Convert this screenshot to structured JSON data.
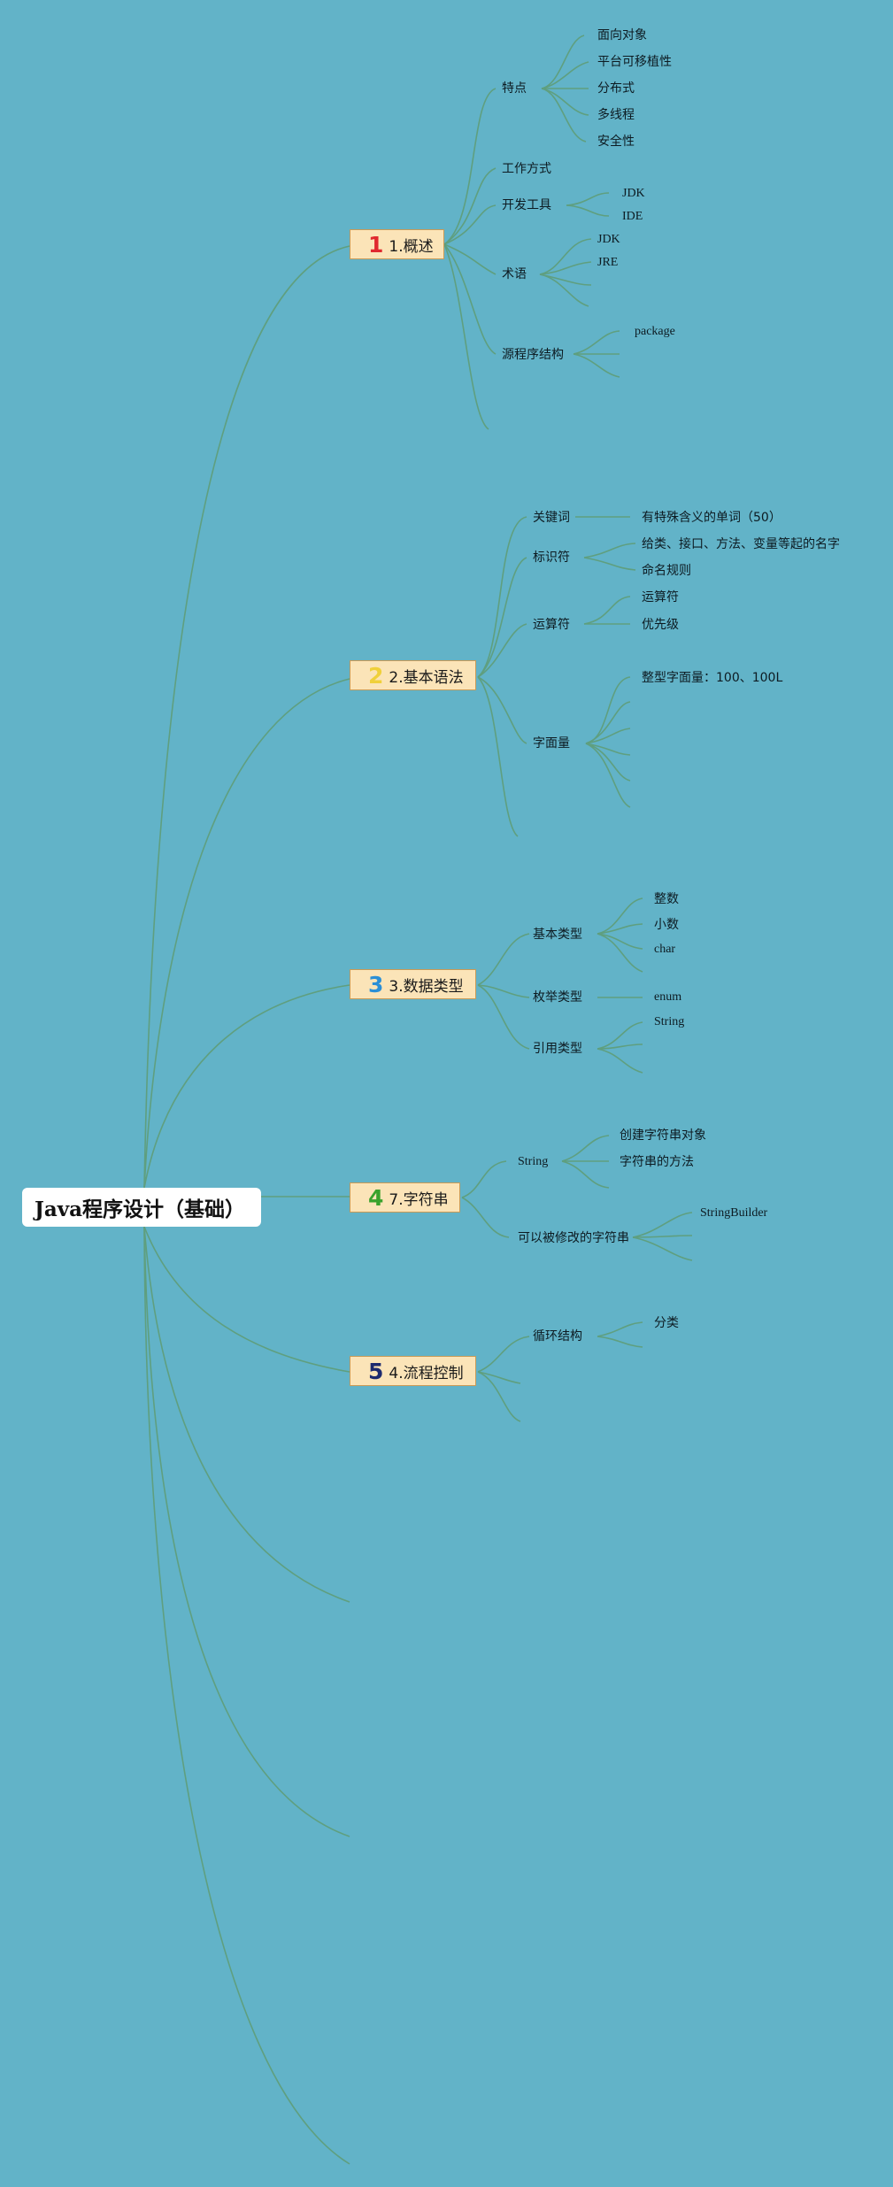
{
  "root": {
    "title": "Java程序设计（基础）"
  },
  "topics": [
    {
      "number": "1",
      "label": "1.概述",
      "color": "#e0292f"
    },
    {
      "number": "2",
      "label": "2.基本语法",
      "color": "#f0d03a"
    },
    {
      "number": "3",
      "label": "3.数据类型",
      "color": "#2b8fd6"
    },
    {
      "number": "4",
      "label": "7.字符串",
      "color": "#3aa22c"
    },
    {
      "number": "5",
      "label": "4.流程控制",
      "color": "#1d2a6e"
    }
  ],
  "overview": {
    "features": {
      "label": "特点",
      "items": [
        "面向对象",
        "平台可移植性",
        "分布式",
        "多线程",
        "安全性"
      ]
    },
    "work_mode": "工作方式",
    "dev_tools": {
      "label": "开发工具",
      "items": [
        "JDK",
        "IDE"
      ]
    },
    "terms": {
      "label": "术语",
      "items": [
        "JDK",
        "JRE"
      ]
    },
    "source_structure": {
      "label": "源程序结构",
      "items": [
        "package"
      ]
    }
  },
  "syntax": {
    "keywords": {
      "label": "关键词",
      "items": [
        "有特殊含义的单词（50）"
      ]
    },
    "identifiers": {
      "label": "标识符",
      "items": [
        "给类、接口、方法、变量等起的名字",
        "命名规则"
      ]
    },
    "operators": {
      "label": "运算符",
      "items": [
        "运算符",
        "优先级"
      ]
    },
    "literals": {
      "label": "字面量",
      "items": [
        "整型字面量：100、100L"
      ]
    }
  },
  "datatypes": {
    "basic": {
      "label": "基本类型",
      "items": [
        "整数",
        "小数",
        "char"
      ]
    },
    "enum": {
      "label": "枚举类型",
      "items": [
        "enum"
      ]
    },
    "reference": {
      "label": "引用类型",
      "items": [
        "String"
      ]
    }
  },
  "strings": {
    "string": {
      "label": "String",
      "items": [
        "创建字符串对象",
        "字符串的方法"
      ]
    },
    "mutable": {
      "label": "可以被修改的字符串",
      "items": [
        "StringBuilder"
      ]
    }
  },
  "flow": {
    "loop": {
      "label": "循环结构",
      "items": [
        "分类"
      ]
    }
  }
}
